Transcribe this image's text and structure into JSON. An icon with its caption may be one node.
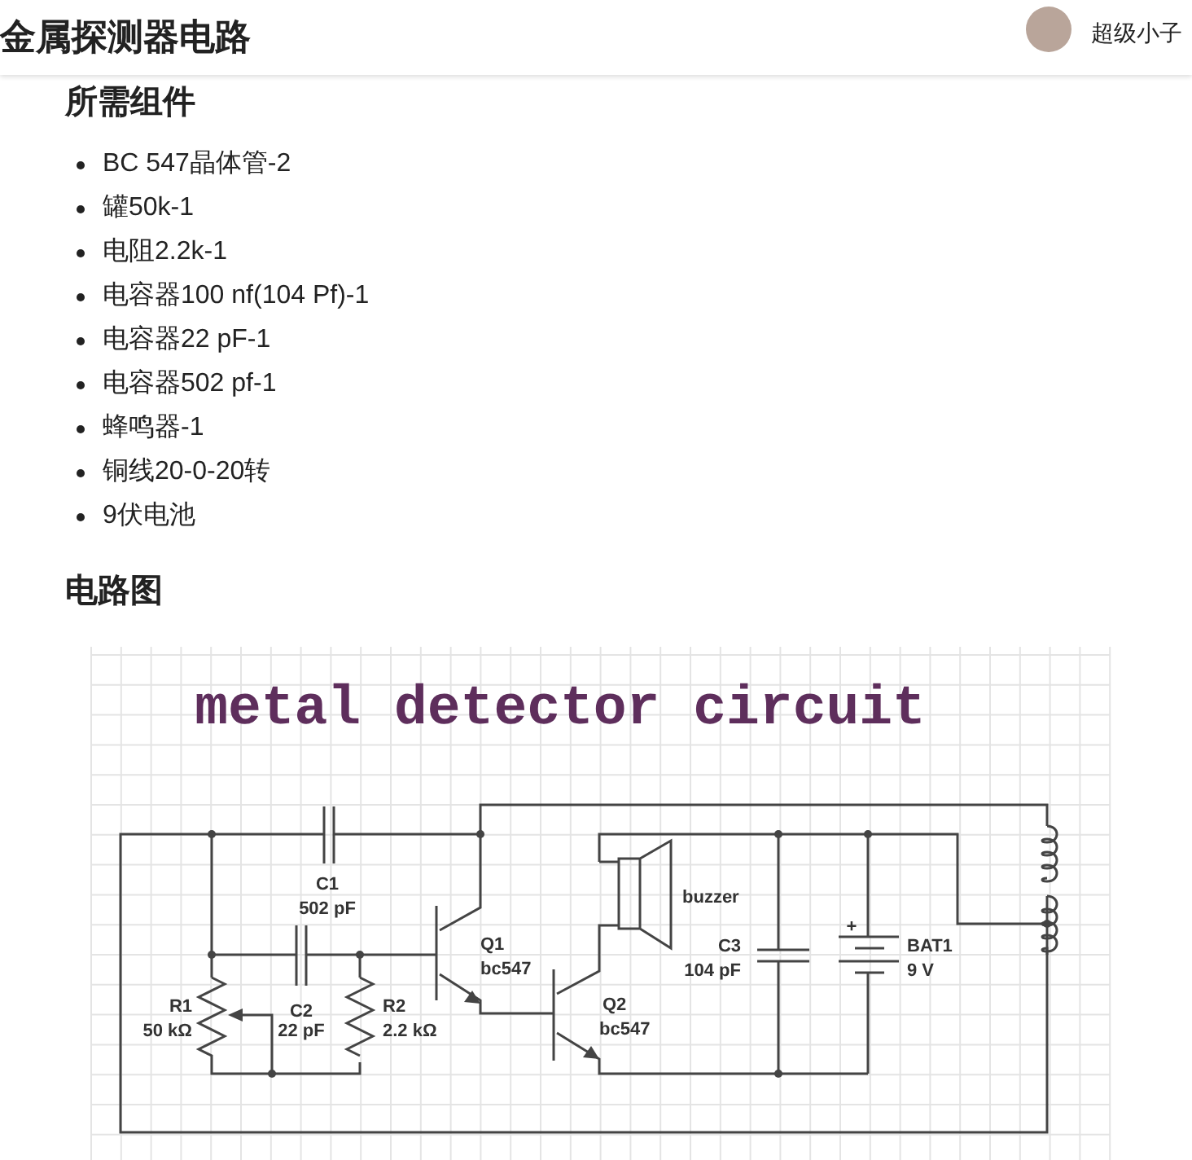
{
  "diagram": {
    "title": "金属探测器电路",
    "labels": [
      "超级小子",
      "所需组件",
      "BC 547晶体管-2",
      "罐50k-1",
      "电阻2.2k-1",
      "电容器100 nf(104 Pf)-1",
      "电容器22 pF-1",
      "电容器502 pf-1",
      "蜂鸣器-1",
      "铜线20-0-20转",
      "9伏电池",
      "电路图",
      "metal detector circuit",
      "C1",
      "502 pF",
      "R1",
      "50 kΩ",
      "C2",
      "22 pF",
      "R2",
      "2.2 kΩ",
      "Q1",
      "bc547",
      "Q2",
      "bc547",
      "buzzer",
      "C3",
      "104 pF",
      "+",
      "BAT1",
      "9 V"
    ]
  }
}
